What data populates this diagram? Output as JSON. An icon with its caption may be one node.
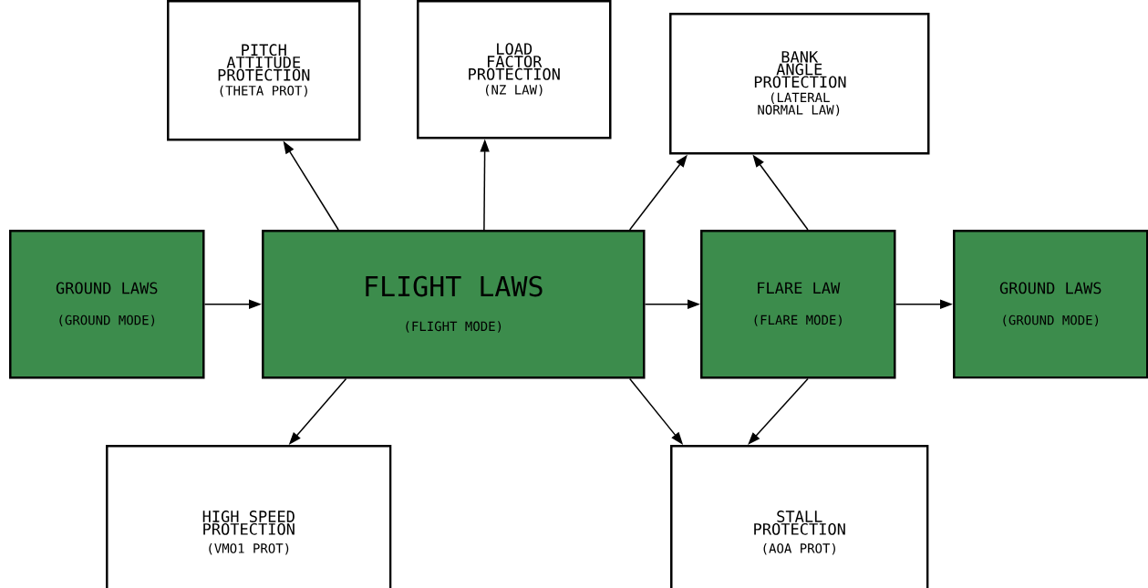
{
  "diagram": {
    "nodes": [
      {
        "text": [
          "PITCH ATTITUDE PROTECTION",
          "(THETA PROT)"
        ]
      },
      {
        "text": [
          "LOAD FACTOR PROTECTION",
          "(NZ LAW)"
        ]
      },
      {
        "text": [
          "BANK ANGLE PROTECTION",
          "(LATERAL NORMAL LAW)"
        ]
      },
      {
        "text": [
          "GROUND LAWS",
          "(GROUND MODE)"
        ]
      },
      {
        "text": [
          "FLIGHT LAWS",
          "(FLIGHT MODE)"
        ]
      },
      {
        "text": [
          "FLARE LAW",
          "(FLARE MODE)"
        ]
      },
      {
        "text": [
          "GROUND LAWS",
          "(GROUND MODE)"
        ]
      },
      {
        "text": [
          "HIGH SPEED PROTECTION",
          "(VMO1 PROT)"
        ]
      },
      {
        "text": [
          "STALL PROTECTION",
          "(AOA PROT)"
        ]
      }
    ],
    "edges": [
      {
        "from": 3,
        "to": 4,
        "arrow": "to"
      },
      {
        "from": 4,
        "to": 5,
        "arrow": "to"
      },
      {
        "from": 5,
        "to": 6,
        "arrow": "to"
      },
      {
        "from": 4,
        "to": 0,
        "arrow": "to"
      },
      {
        "from": 4,
        "to": 1,
        "arrow": "to"
      },
      {
        "from": 4,
        "to": 2,
        "arrow": "to"
      },
      {
        "from": 5,
        "to": 2,
        "arrow": "to"
      },
      {
        "from": 4,
        "to": 7,
        "arrow": "to"
      },
      {
        "from": 4,
        "to": 8,
        "arrow": "to"
      },
      {
        "from": 5,
        "to": 8,
        "arrow": "to"
      }
    ]
  }
}
